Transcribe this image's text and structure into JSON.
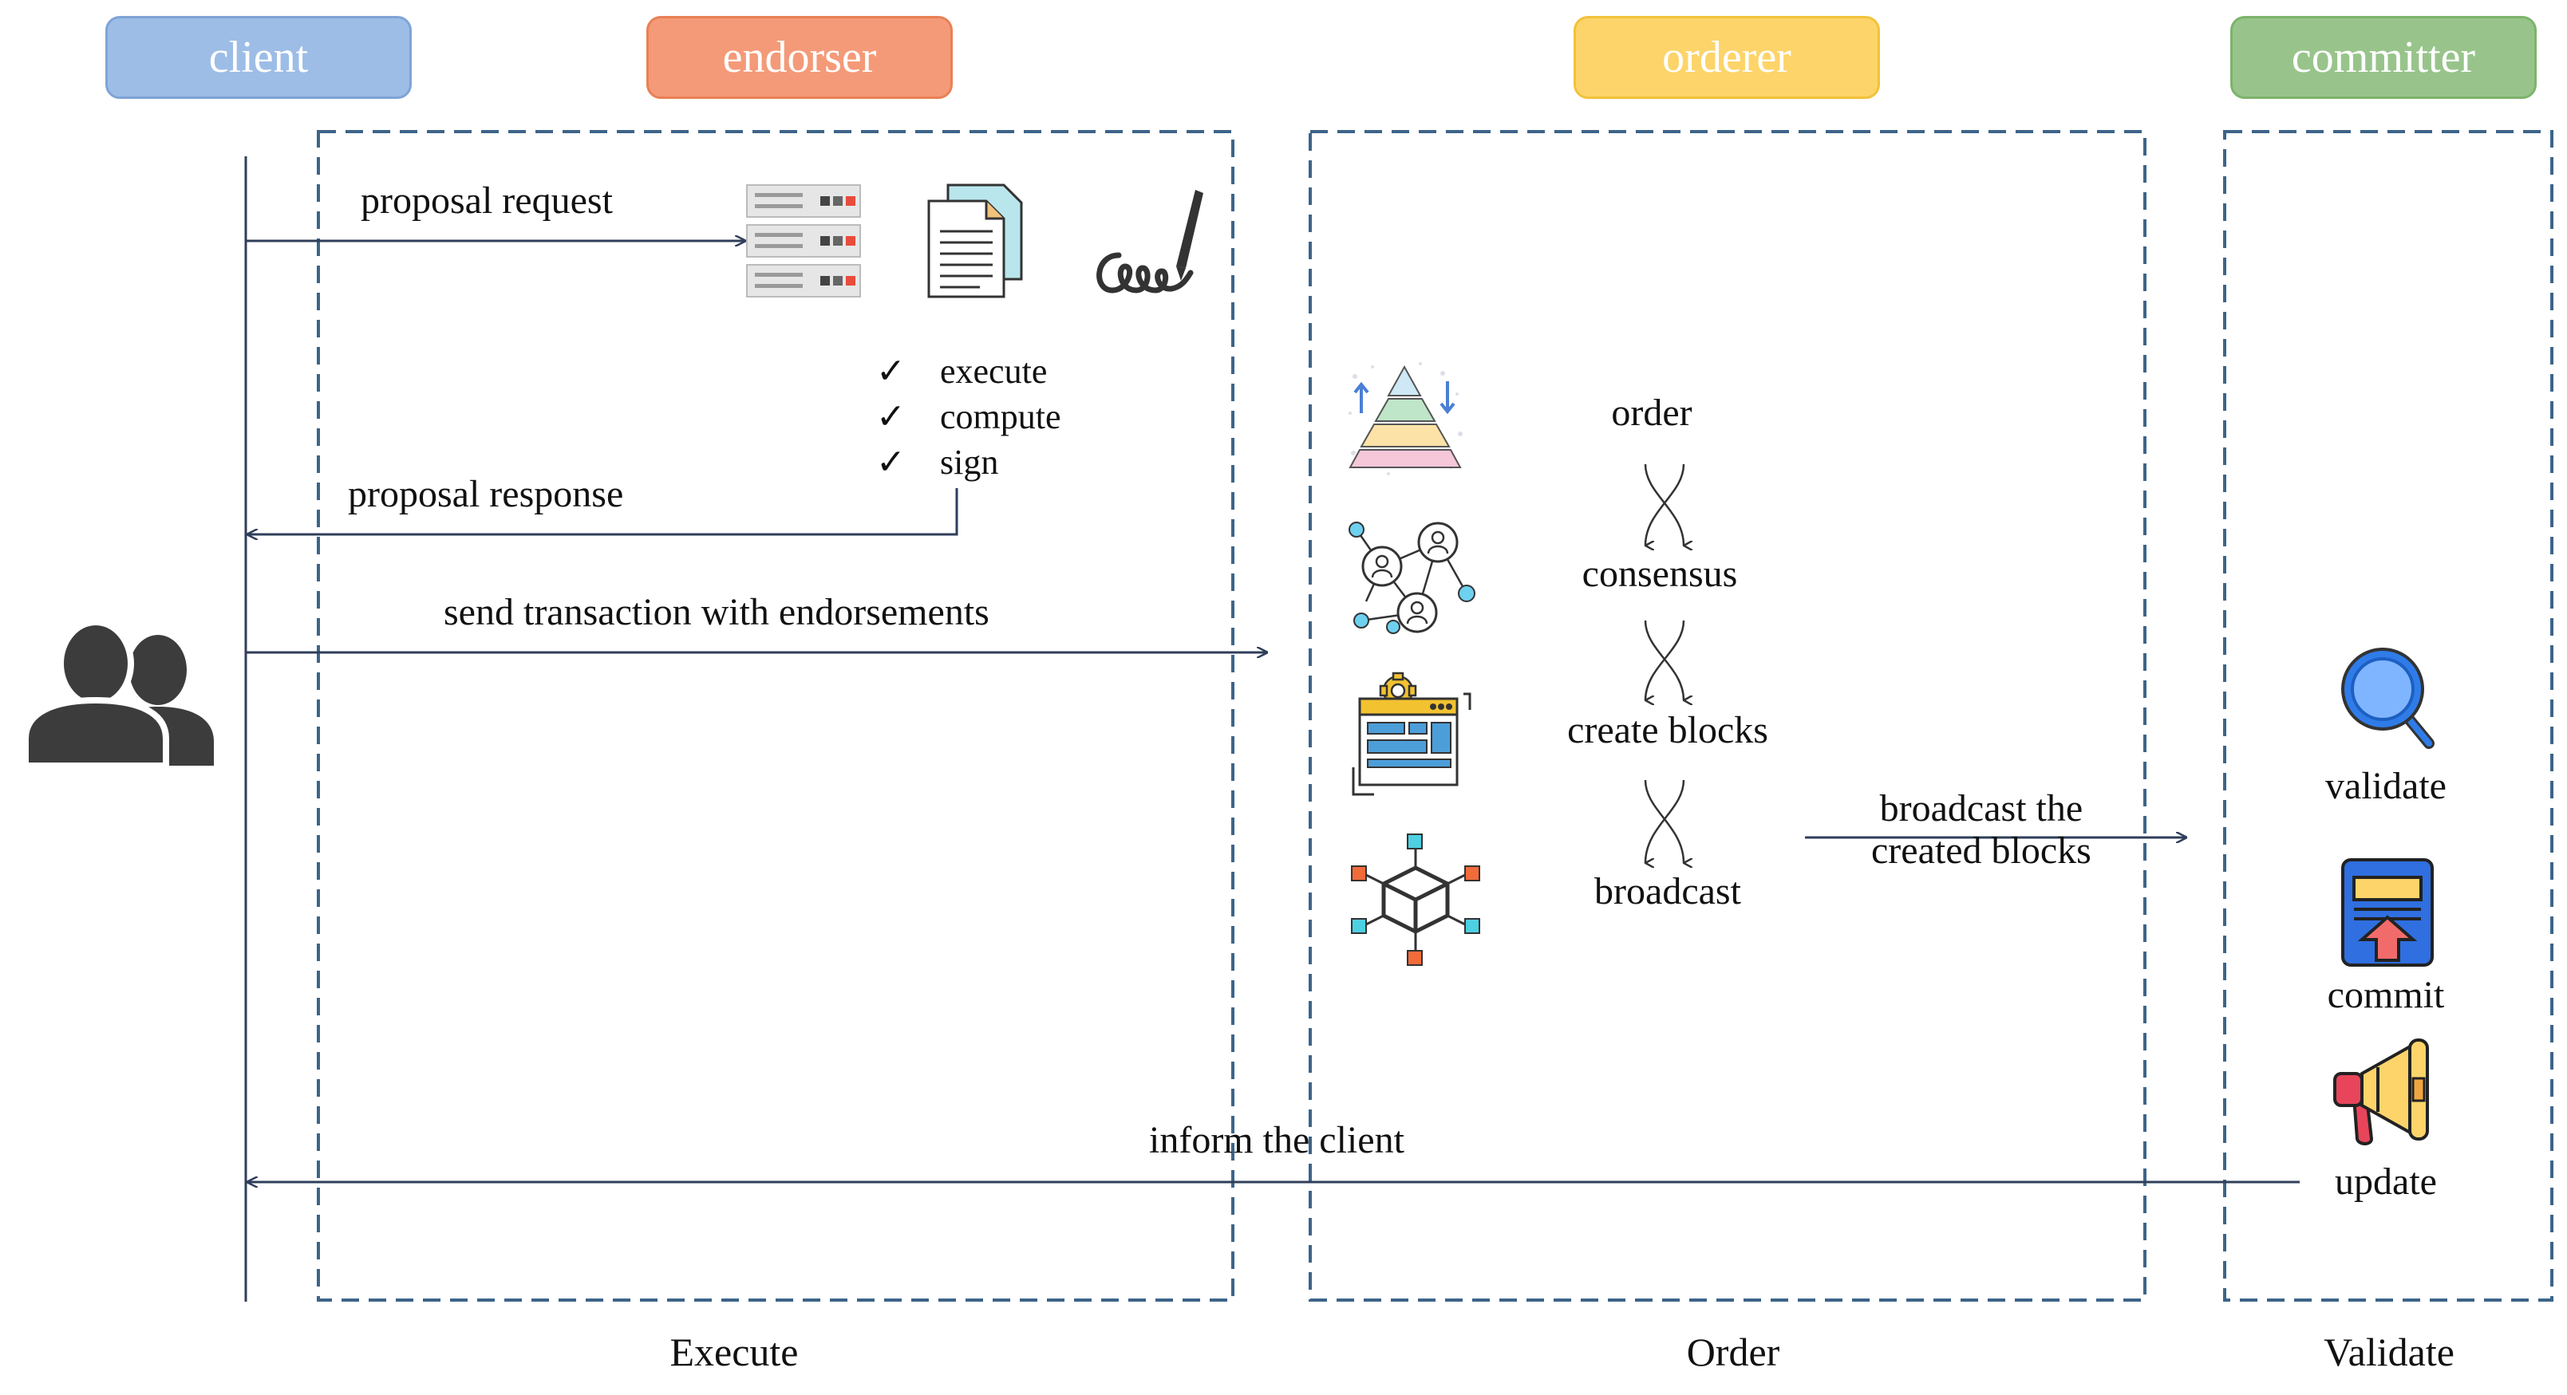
{
  "roles": {
    "client": "client",
    "endorser": "endorser",
    "orderer": "orderer",
    "committer": "committer"
  },
  "messages": {
    "proposal_request": "proposal request",
    "proposal_response": "proposal response",
    "send_transaction": "send transaction with endorsements",
    "broadcast_line1": "broadcast the",
    "broadcast_line2": "created blocks",
    "inform_client": "inform the client"
  },
  "endorser_steps": [
    "execute",
    "compute",
    "sign"
  ],
  "checkmark": "✓",
  "orderer_steps": [
    "order",
    "consensus",
    "create blocks",
    "broadcast"
  ],
  "committer_steps": [
    "validate",
    "commit",
    "update"
  ],
  "phases": {
    "execute": "Execute",
    "order": "Order",
    "validate": "Validate"
  },
  "colors": {
    "client": "#9dbde6",
    "endorser": "#f49a78",
    "orderer": "#fdd46a",
    "committer": "#98c48b",
    "dashed_border": "#3d6489",
    "arrow": "#2f3e5a"
  },
  "icons": {
    "client": "users-icon",
    "server": "server-icon",
    "document": "document-icon",
    "signature": "signature-icon",
    "order": "pyramid-icon",
    "consensus": "network-icon",
    "create_blocks": "dashboard-icon",
    "broadcast": "cube-network-icon",
    "validate": "magnifier-icon",
    "commit": "upload-document-icon",
    "update": "megaphone-icon"
  }
}
